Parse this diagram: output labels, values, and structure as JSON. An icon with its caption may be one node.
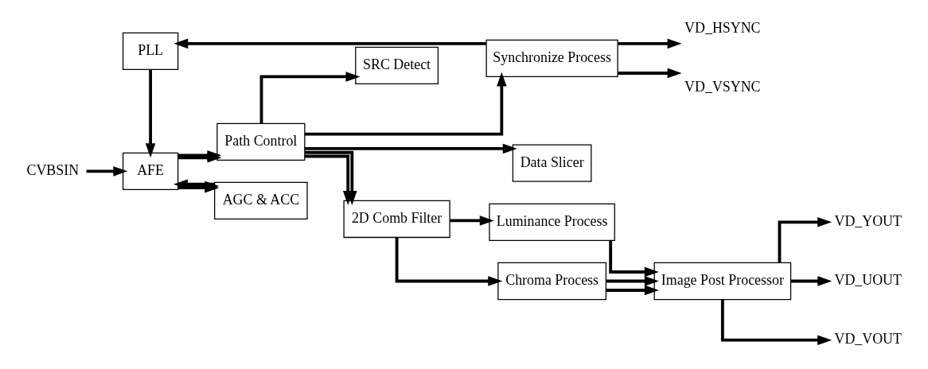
{
  "diagram": {
    "nodes": [
      {
        "text": [
          "PLL"
        ]
      },
      {
        "text": [
          "SRC Detect"
        ]
      },
      {
        "text": [
          "Synchronize Process"
        ]
      },
      {
        "text": [
          "Data Slicer"
        ]
      },
      {
        "text": [
          "CVBSIN"
        ]
      },
      {
        "text": [
          "AFE"
        ]
      },
      {
        "text": [
          "Path Control"
        ]
      },
      {
        "text": [
          "2D Comb Filter"
        ]
      },
      {
        "text": [
          "Luminance Process"
        ]
      },
      {
        "text": [
          "Chroma Process"
        ]
      },
      {
        "text": [
          "Image Post Processor"
        ]
      },
      {
        "text": [
          "AGC & ACC"
        ]
      },
      {
        "text": [
          "VD_HSYNC"
        ]
      },
      {
        "text": [
          "VD_VSYNC"
        ]
      },
      {
        "text": [
          "VD_YOUT"
        ]
      },
      {
        "text": [
          "VD_UOUT"
        ]
      },
      {
        "text": [
          "VD_VOUT"
        ]
      }
    ],
    "edges": [
      {
        "from": 2,
        "to": 0,
        "arrow": "to"
      },
      {
        "from": 0,
        "to": 5,
        "arrow": "to"
      },
      {
        "from": 4,
        "to": 5,
        "arrow": "to"
      },
      {
        "from": 5,
        "to": 6,
        "arrow": "to"
      },
      {
        "from": 5,
        "to": 6,
        "arrow": "to"
      },
      {
        "from": 5,
        "to": 11,
        "arrow": "to"
      },
      {
        "from": 5,
        "to": 11,
        "arrow": "to"
      },
      {
        "from": 11,
        "to": 5,
        "arrow": "to"
      },
      {
        "from": 6,
        "to": 7,
        "arrow": "to"
      },
      {
        "from": 6,
        "to": 1,
        "arrow": "to"
      },
      {
        "from": 6,
        "to": 2,
        "arrow": "to"
      },
      {
        "from": 6,
        "to": 3,
        "arrow": "to"
      },
      {
        "from": 6,
        "to": 7,
        "arrow": "to"
      },
      {
        "from": 7,
        "to": 8,
        "arrow": "to"
      },
      {
        "from": 7,
        "to": 9,
        "arrow": "to"
      },
      {
        "from": 8,
        "to": 10,
        "arrow": "to"
      },
      {
        "from": 9,
        "to": 10,
        "arrow": "to"
      },
      {
        "from": 9,
        "to": 10,
        "arrow": "to"
      },
      {
        "from": 2,
        "to": 12,
        "arrow": "to"
      },
      {
        "from": 2,
        "to": 13,
        "arrow": "to"
      },
      {
        "from": 10,
        "to": 14,
        "arrow": "to"
      },
      {
        "from": 10,
        "to": 15,
        "arrow": "to"
      },
      {
        "from": 10,
        "to": 16,
        "arrow": "to"
      }
    ]
  }
}
